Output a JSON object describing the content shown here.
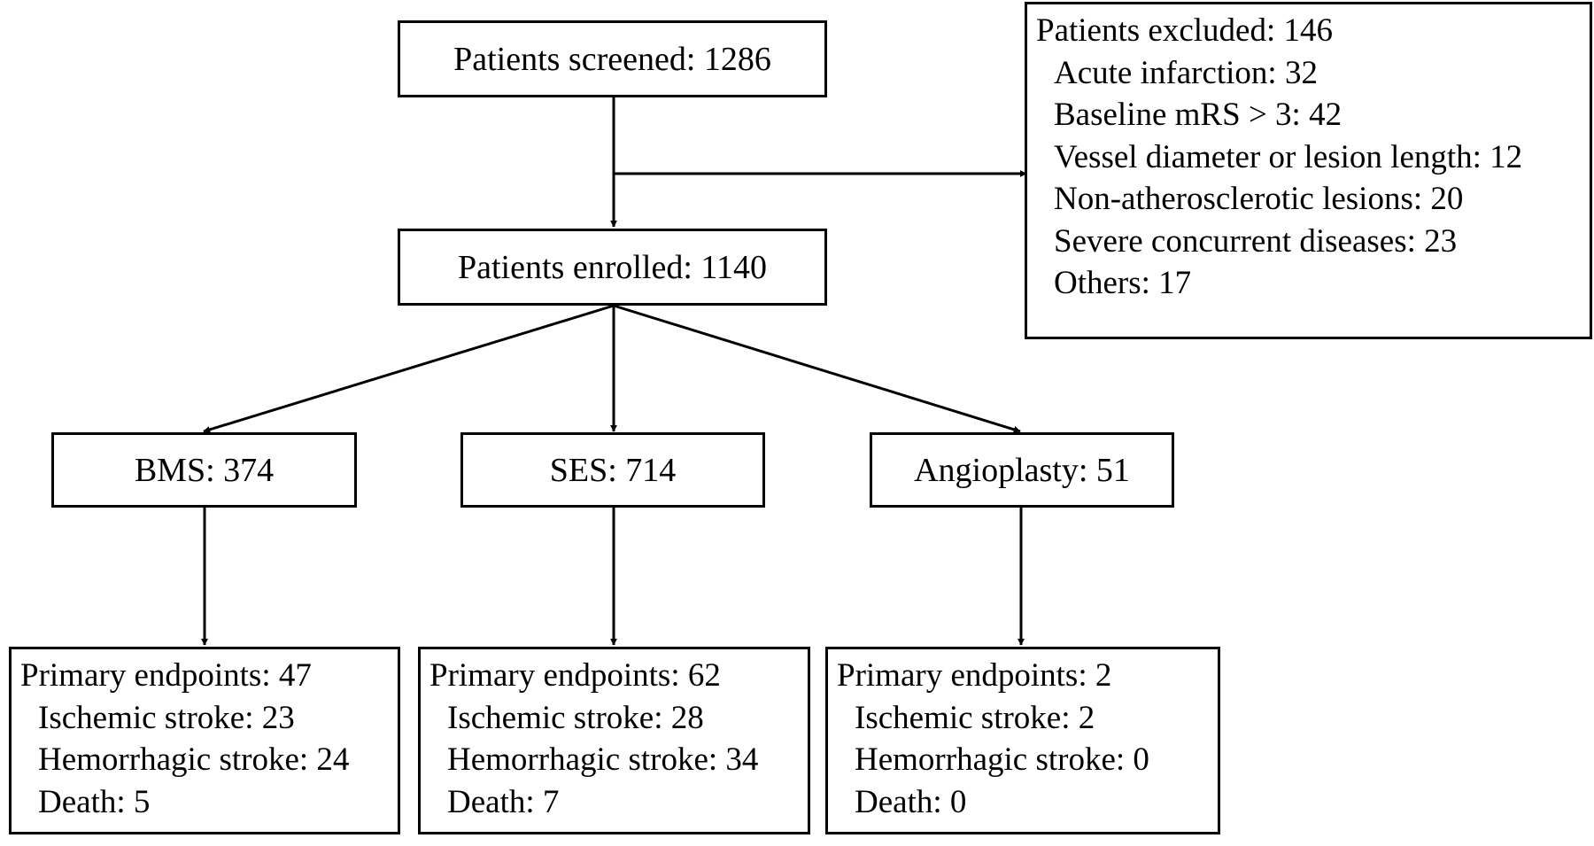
{
  "screened": {
    "label": "Patients screened: 1286"
  },
  "excluded": {
    "title": "Patients excluded: 146",
    "items": [
      "Acute infarction: 32",
      "Baseline mRS > 3: 42",
      "Vessel diameter or lesion length: 12",
      "Non-atherosclerotic lesions: 20",
      "Severe concurrent diseases: 23",
      "Others: 17"
    ]
  },
  "enrolled": {
    "label": "Patients enrolled: 1140"
  },
  "groups": [
    {
      "label": "BMS: 374",
      "outcome": {
        "title": "Primary endpoints: 47",
        "items": [
          "Ischemic stroke: 23",
          "Hemorrhagic stroke: 24",
          "Death: 5"
        ]
      }
    },
    {
      "label": "SES: 714",
      "outcome": {
        "title": "Primary endpoints: 62",
        "items": [
          "Ischemic stroke: 28",
          "Hemorrhagic stroke: 34",
          "Death: 7"
        ]
      }
    },
    {
      "label": "Angioplasty: 51",
      "outcome": {
        "title": "Primary endpoints: 2",
        "items": [
          "Ischemic stroke: 2",
          "Hemorrhagic stroke: 0",
          "Death: 0"
        ]
      }
    }
  ]
}
